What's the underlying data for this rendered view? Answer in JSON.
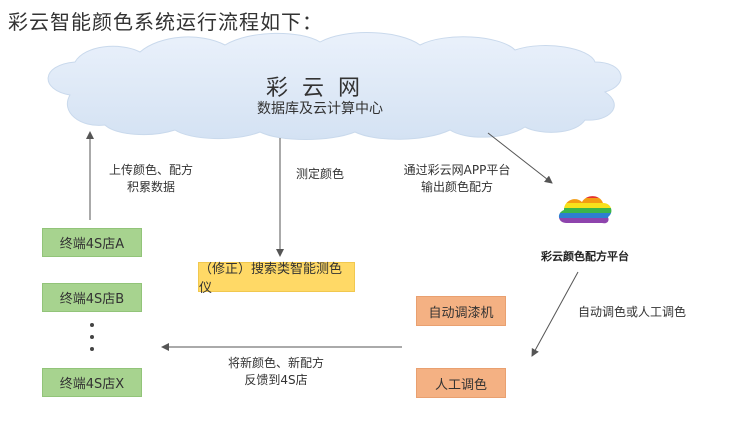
{
  "title": "彩云智能颜色系统运行流程如下：",
  "cloud": {
    "name": "彩云网",
    "subtitle": "数据库及云计算中心"
  },
  "labels": {
    "upload": [
      "上传颜色、配方",
      "积累数据"
    ],
    "measure": "测定颜色",
    "output": [
      "通过彩云网APP平台",
      "输出颜色配方"
    ],
    "toning": "自动调色或人工调色",
    "feedback": [
      "将新颜色、新配方",
      "反馈到4S店"
    ]
  },
  "terminals": [
    "终端4S店A",
    "终端4S店B",
    "终端4S店X"
  ],
  "instrument": "（修正）搜索类智能测色仪",
  "platform": {
    "label": "彩云颜色配方平台",
    "icon": "rainbow-cloud-icon"
  },
  "machines": {
    "auto": "自动调漆机",
    "manual": "人工调色"
  },
  "colors": {
    "terminal": "#a7d38f",
    "instrument": "#ffd966",
    "machine": "#f4b183",
    "cloud": "#dde8f5"
  }
}
